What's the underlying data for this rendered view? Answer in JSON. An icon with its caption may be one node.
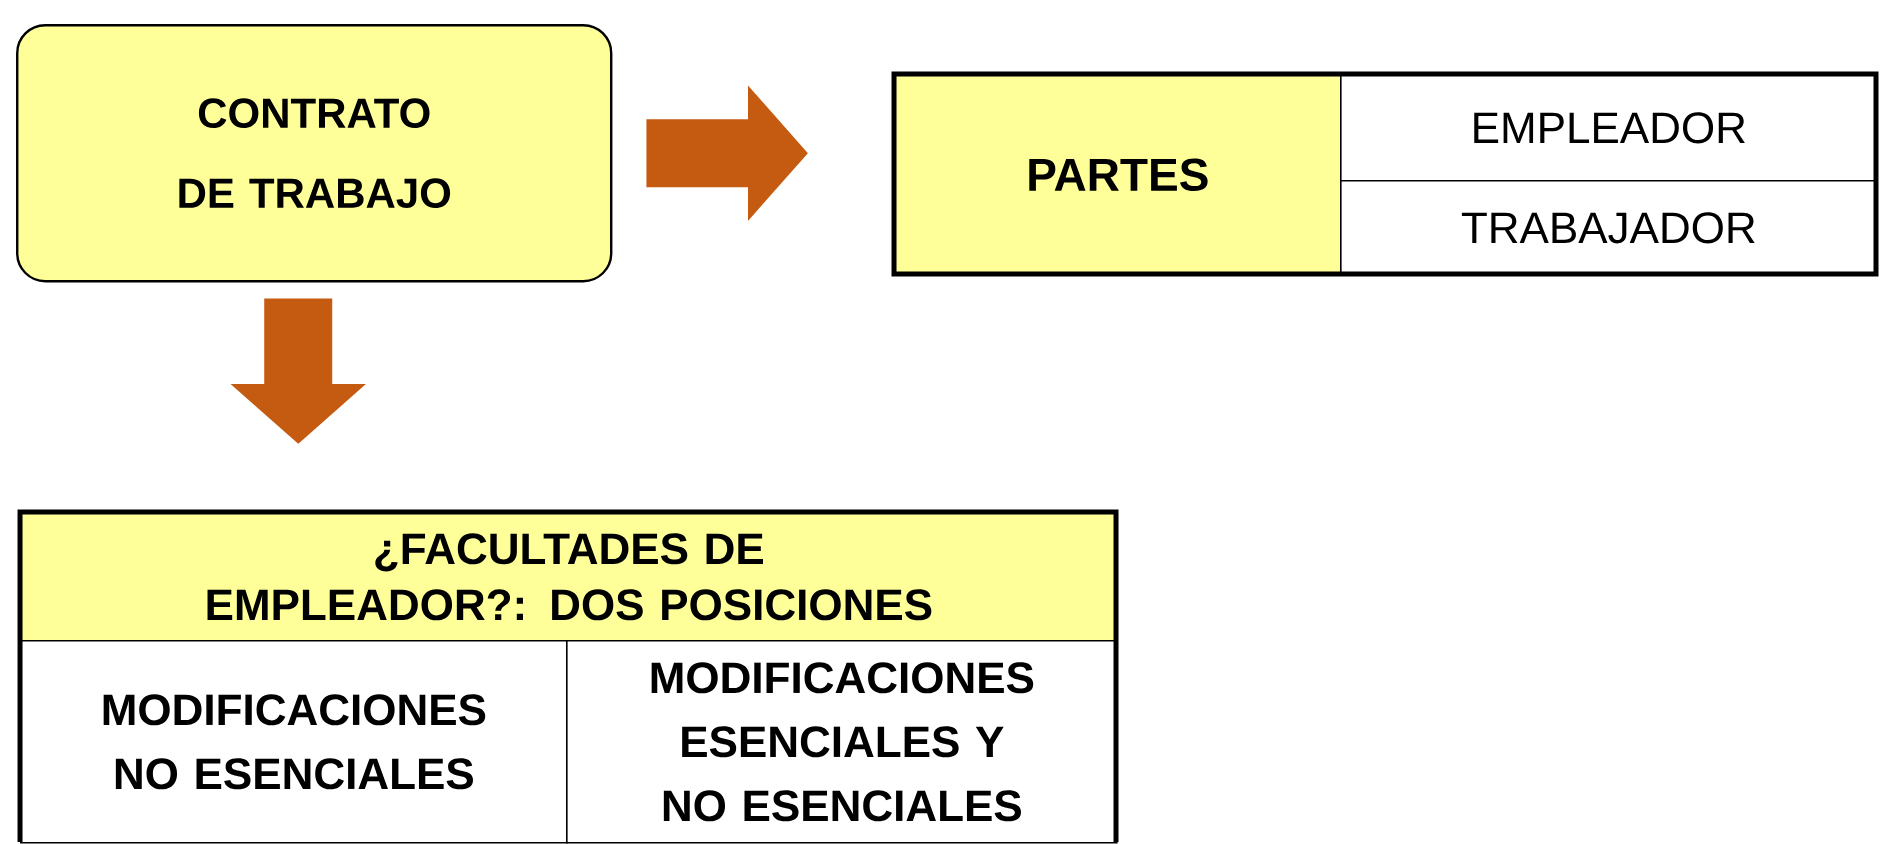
{
  "diagram": {
    "nodes": [
      {
        "text": [
          "CONTRATO DE TRABAJO"
        ]
      },
      {
        "text": [
          "PARTES"
        ]
      },
      {
        "text": [
          "EMPLEADOR"
        ]
      },
      {
        "text": [
          "TRABAJADOR"
        ]
      },
      {
        "text": [
          "¿FACULTADES DE EMPLEADOR?:  DOS POSICIONES"
        ]
      },
      {
        "text": [
          "MODIFICACIONES NO ESENCIALES"
        ]
      },
      {
        "text": [
          "MODIFICACIONES ESENCIALES Y NO ESENCIALES"
        ]
      }
    ],
    "edges": [
      {
        "from": 0,
        "to": 1,
        "arrow": "to"
      },
      {
        "from": 0,
        "to": 4,
        "arrow": "to"
      }
    ]
  }
}
